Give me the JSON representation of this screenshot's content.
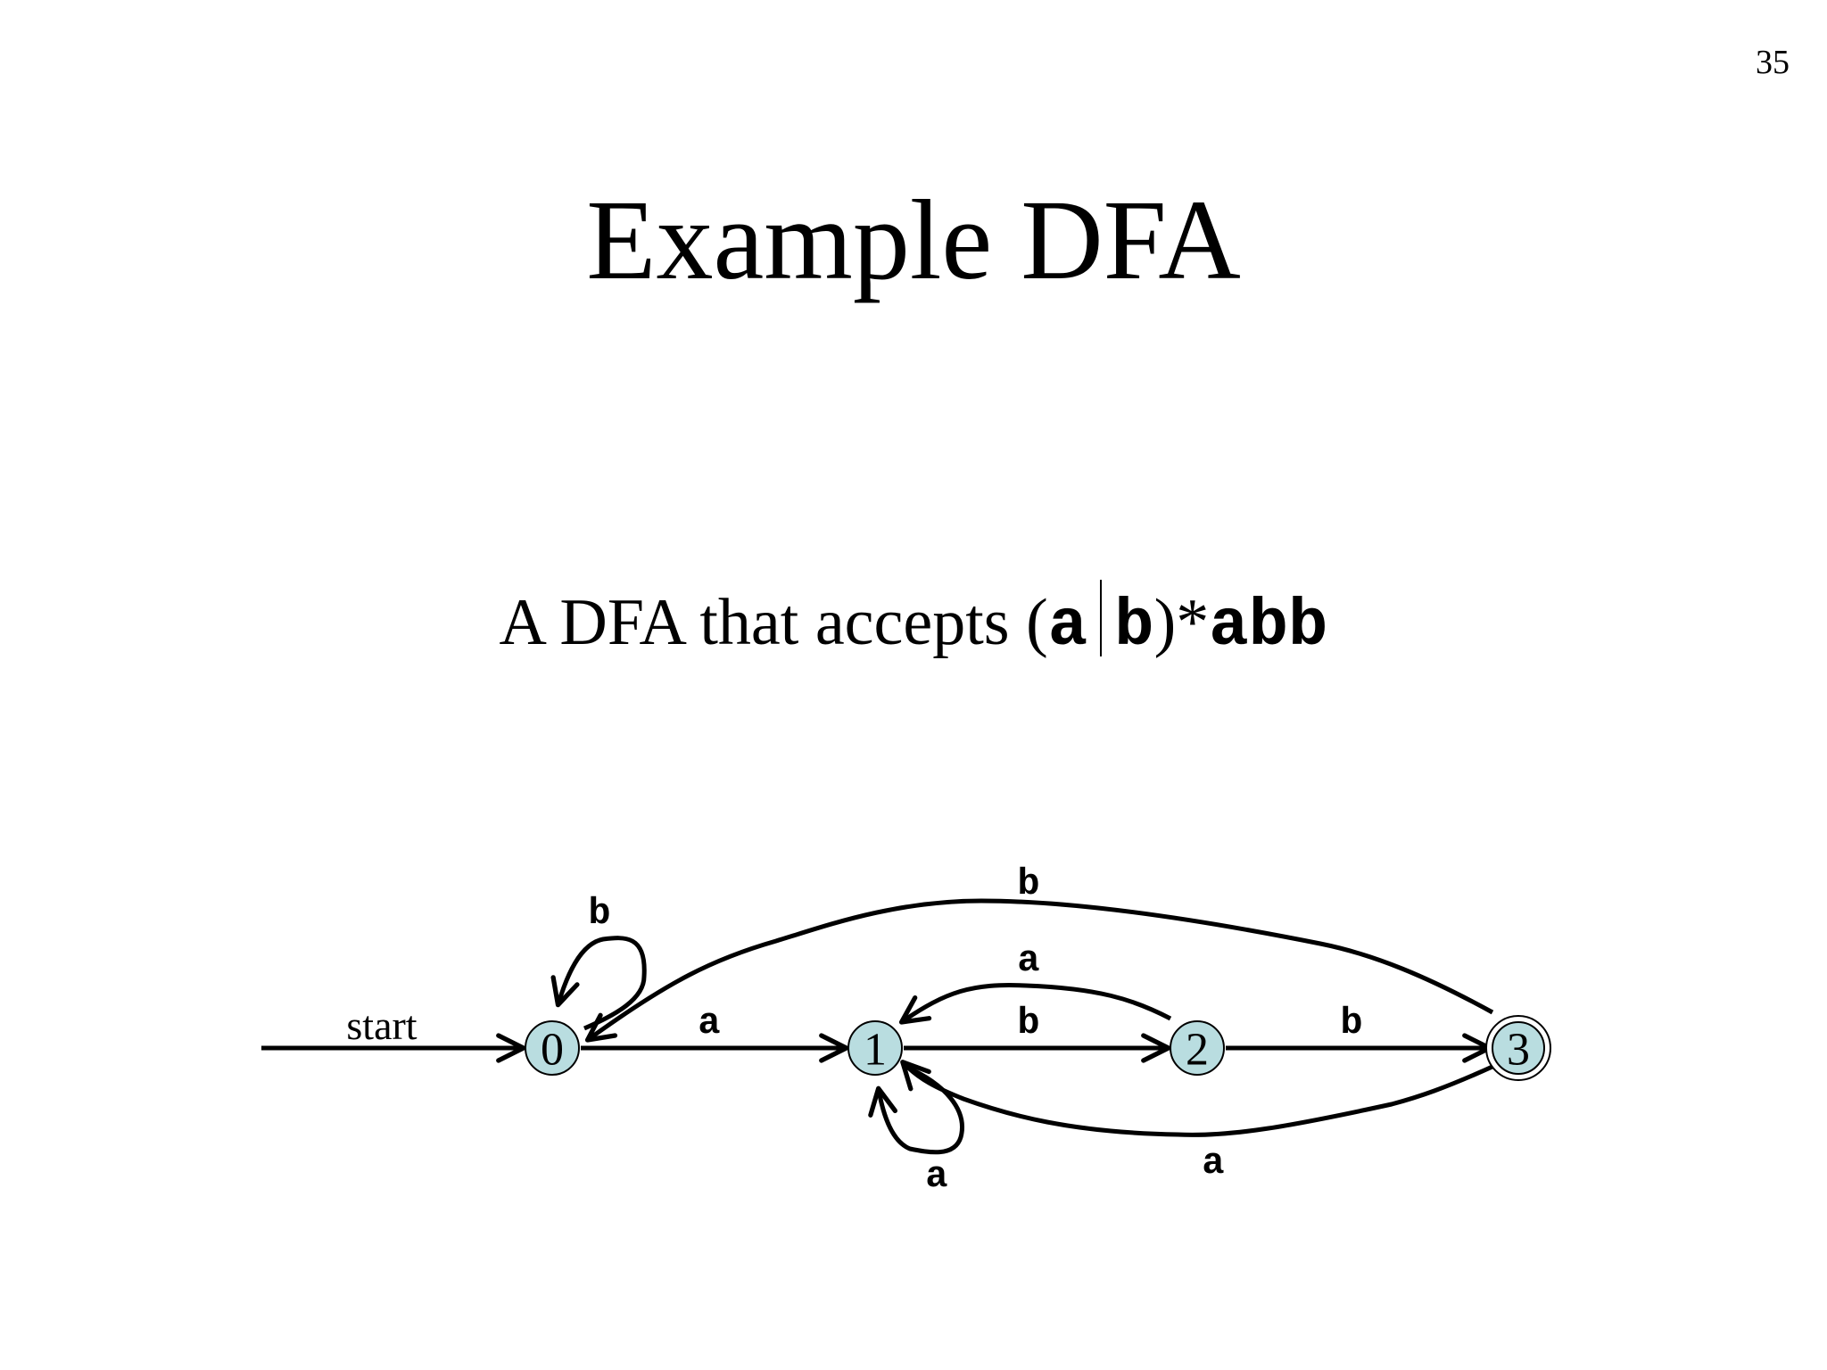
{
  "slide": {
    "page_number": "35",
    "title": "Example DFA",
    "subtitle": {
      "prefix": "A DFA that accepts (",
      "sym_a": "a",
      "sym_b": "b",
      "suffix_paren": ")*",
      "suffix_mono": "abb"
    }
  },
  "diagram": {
    "start_label": "start",
    "states": [
      {
        "id": "0",
        "label": "0",
        "accepting": false
      },
      {
        "id": "1",
        "label": "1",
        "accepting": false
      },
      {
        "id": "2",
        "label": "2",
        "accepting": false
      },
      {
        "id": "3",
        "label": "3",
        "accepting": true
      }
    ],
    "transitions": [
      {
        "from": "0",
        "to": "0",
        "label": "b"
      },
      {
        "from": "0",
        "to": "1",
        "label": "a"
      },
      {
        "from": "1",
        "to": "1",
        "label": "a"
      },
      {
        "from": "1",
        "to": "2",
        "label": "b"
      },
      {
        "from": "2",
        "to": "1",
        "label": "a"
      },
      {
        "from": "2",
        "to": "3",
        "label": "b"
      },
      {
        "from": "3",
        "to": "0",
        "label": "b"
      },
      {
        "from": "3",
        "to": "1",
        "label": "a"
      }
    ],
    "colors": {
      "state_fill": "#b9dde0",
      "stroke": "#000000"
    }
  }
}
